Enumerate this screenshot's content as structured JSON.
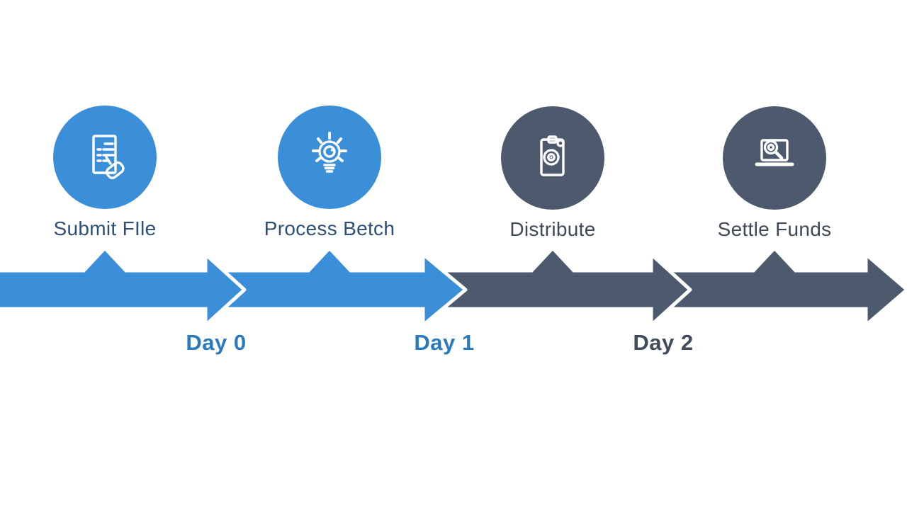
{
  "steps": [
    {
      "label": "Submit FIle",
      "icon": "document-hand-icon",
      "circle_color": "#3b8fd9",
      "label_color": "#2d4f76"
    },
    {
      "label": "Process Betch",
      "icon": "lightbulb-rays-icon",
      "circle_color": "#3b8fd9",
      "label_color": "#2d4f76"
    },
    {
      "label": "Distribute",
      "icon": "clipboard-gear-icon",
      "circle_color": "#4d5a6e",
      "label_color": "#3f4957"
    },
    {
      "label": "Settle Funds",
      "icon": "laptop-search-icon",
      "circle_color": "#4d5a6e",
      "label_color": "#3f4957"
    }
  ],
  "timeline": {
    "active_color": "#3b8fd9",
    "inactive_color": "#4d5a6e",
    "day_labels": [
      {
        "text": "Day 0",
        "color": "#2b7abd"
      },
      {
        "text": "Day 1",
        "color": "#2b7abd"
      },
      {
        "text": "Day 2",
        "color": "#404c5c"
      }
    ]
  }
}
